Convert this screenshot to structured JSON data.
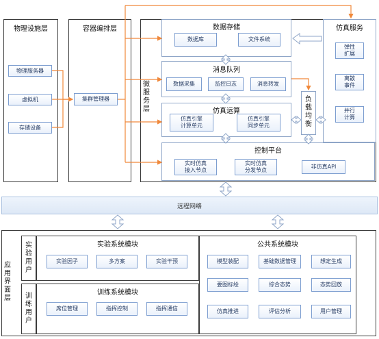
{
  "physical": {
    "title": "物理设施层",
    "items": [
      "物理服务器",
      "虚拟机",
      "存储设备"
    ]
  },
  "container": {
    "title": "容器编排层",
    "cluster": "集群管理器"
  },
  "micro": {
    "title": "微服务层"
  },
  "storage": {
    "title": "数据存储",
    "items": [
      "数据库",
      "文件系统"
    ]
  },
  "queue": {
    "title": "消息队列",
    "items": [
      "数据采集",
      "监控日志",
      "消息转发"
    ]
  },
  "engine": {
    "title": "仿真运算",
    "items": [
      "仿真引擎\n计算单元",
      "仿真引擎\n同步单元"
    ]
  },
  "balance": {
    "title": "负载均衡"
  },
  "control": {
    "title": "控制平台",
    "items": [
      "实时仿真\n接入节点",
      "实时仿真\n分发节点",
      "非仿真API"
    ]
  },
  "simsvc": {
    "title": "仿真服务",
    "items": [
      "弹性\n扩展",
      "离散\n事件",
      "并行\n计算"
    ]
  },
  "network": {
    "label": "远程网络"
  },
  "app": {
    "title": "应用界面层"
  },
  "experiment_user": {
    "label": "实验用户"
  },
  "training_user": {
    "label": "训练用户"
  },
  "experiment_module": {
    "title": "实验系统模块",
    "items": [
      "实验因子",
      "多方案",
      "实验干预"
    ]
  },
  "training_module": {
    "title": "训练系统模块",
    "items": [
      "席位管理",
      "指挥控制",
      "指挥通信"
    ]
  },
  "public_module": {
    "title": "公共系统模块",
    "items": [
      "模型装配",
      "基础数据管理",
      "想定生成",
      "要图标绘",
      "综合态势",
      "态势回放",
      "仿真推进",
      "评估分析",
      "用户管理"
    ]
  },
  "colors": {
    "arrow": "#f0883a",
    "box_border": "#7d9ed0",
    "frame": "#3a3a3a"
  }
}
